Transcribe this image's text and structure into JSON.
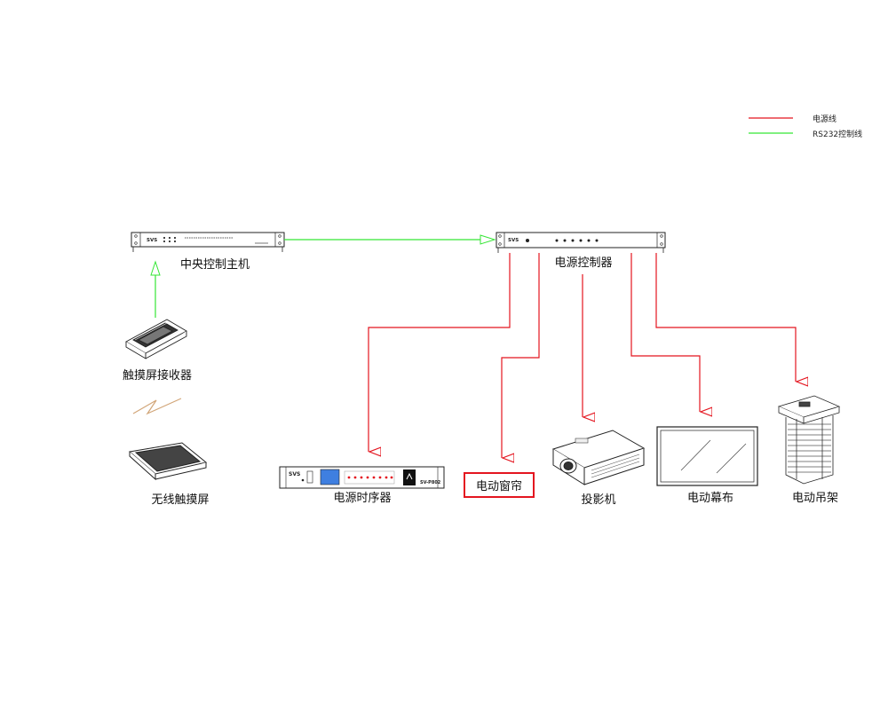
{
  "legend": {
    "power_line": {
      "label": "电源线",
      "color": "#e4151f"
    },
    "rs232_line": {
      "label": "RS232控制线",
      "color": "#35e635"
    }
  },
  "devices": {
    "central_host": {
      "label": "中央控制主机",
      "brand": "SVS"
    },
    "power_controller": {
      "label": "电源控制器",
      "brand": "SVS"
    },
    "touch_receiver": {
      "label": "触摸屏接收器"
    },
    "wireless_touch": {
      "label": "无线触摸屏"
    },
    "power_sequencer": {
      "label": "电源时序器",
      "brand": "SVS",
      "model": "SV-P802"
    },
    "electric_curtain": {
      "label": "电动窗帘"
    },
    "projector": {
      "label": "投影机"
    },
    "electric_screen": {
      "label": "电动幕布"
    },
    "electric_lift": {
      "label": "电动吊架"
    }
  }
}
